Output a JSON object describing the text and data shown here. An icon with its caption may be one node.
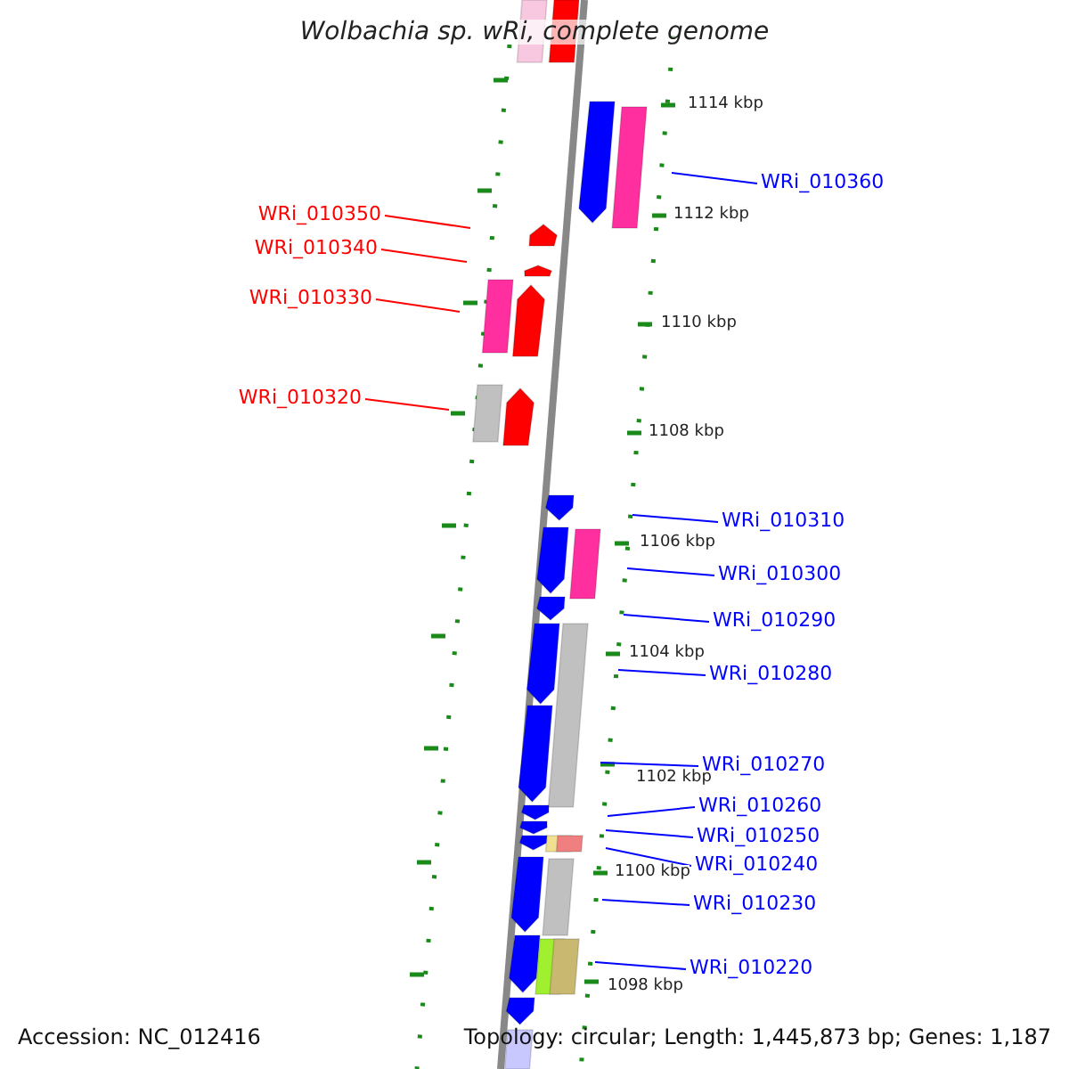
{
  "diagram": {
    "title": "Wolbachia sp. wRi, complete genome",
    "nodes": [
      {
        "text": [
          "WRi_010360"
        ]
      },
      {
        "text": [
          "WRi_010350"
        ]
      },
      {
        "text": [
          "WRi_010340"
        ]
      },
      {
        "text": [
          "WRi_010330"
        ]
      },
      {
        "text": [
          "WRi_010320"
        ]
      },
      {
        "text": [
          "WRi_010310"
        ]
      },
      {
        "text": [
          "WRi_010300"
        ]
      },
      {
        "text": [
          "WRi_010290"
        ]
      },
      {
        "text": [
          "WRi_010280"
        ]
      },
      {
        "text": [
          "WRi_010270"
        ]
      },
      {
        "text": [
          "WRi_010260"
        ]
      },
      {
        "text": [
          "WRi_010250"
        ]
      },
      {
        "text": [
          "WRi_010240"
        ]
      },
      {
        "text": [
          "WRi_010230"
        ]
      },
      {
        "text": [
          "WRi_010220"
        ]
      }
    ],
    "edges": [
      {
        "from": 0,
        "to": null,
        "arrow": "none"
      },
      {
        "from": 1,
        "to": null,
        "arrow": "none",
        "color": "#ff0000"
      },
      {
        "from": 2,
        "to": null,
        "arrow": "none",
        "color": "#ff0000"
      },
      {
        "from": 3,
        "to": null,
        "arrow": "none",
        "color": "#ff0000"
      },
      {
        "from": 4,
        "to": null,
        "arrow": "none",
        "color": "#ff0000"
      },
      {
        "from": 5,
        "to": null,
        "arrow": "none"
      },
      {
        "from": 6,
        "to": null,
        "arrow": "none"
      },
      {
        "from": 7,
        "to": null,
        "arrow": "none"
      },
      {
        "from": 8,
        "to": null,
        "arrow": "none"
      },
      {
        "from": 9,
        "to": null,
        "arrow": "none"
      },
      {
        "from": 10,
        "to": null,
        "arrow": "none"
      },
      {
        "from": 11,
        "to": null,
        "arrow": "none"
      },
      {
        "from": 12,
        "to": null,
        "arrow": "none"
      },
      {
        "from": 13,
        "to": null,
        "arrow": "none"
      },
      {
        "from": 14,
        "to": null,
        "arrow": "none"
      }
    ],
    "labels": [
      "1114 kbp",
      "1112 kbp",
      "1110 kbp",
      "1108 kbp",
      "1106 kbp",
      "1104 kbp",
      "1102 kbp",
      "1100 kbp",
      "1098 kbp",
      "Accession: NC_012416",
      "Topology: circular; Length: 1,445,873 bp; Genes: 1,187"
    ]
  }
}
